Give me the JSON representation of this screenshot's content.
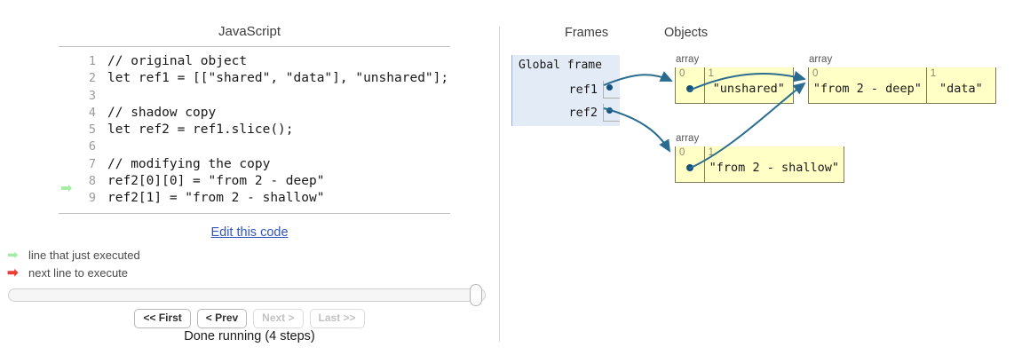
{
  "code_panel": {
    "language_title": "JavaScript",
    "lines": [
      {
        "num": "1",
        "text": "// original object",
        "arrow": ""
      },
      {
        "num": "2",
        "text": "let ref1 = [[\"shared\", \"data\"], \"unshared\"];",
        "arrow": ""
      },
      {
        "num": "3",
        "text": "",
        "arrow": ""
      },
      {
        "num": "4",
        "text": "// shadow copy",
        "arrow": ""
      },
      {
        "num": "5",
        "text": "let ref2 = ref1.slice();",
        "arrow": ""
      },
      {
        "num": "6",
        "text": "",
        "arrow": ""
      },
      {
        "num": "7",
        "text": "// modifying the copy",
        "arrow": ""
      },
      {
        "num": "8",
        "text": "ref2[0][0] = \"from 2 - deep\"",
        "arrow": ""
      },
      {
        "num": "9",
        "text": "ref2[1] = \"from 2 - shallow\"",
        "arrow": "➡"
      }
    ],
    "edit_link": "Edit this code",
    "legend": [
      {
        "glyph": "➡",
        "label": "line that just executed",
        "color": "#a2eda2"
      },
      {
        "glyph": "➡",
        "label": "next line to execute",
        "color": "#e93f33"
      }
    ],
    "controls": {
      "first_label": "<< First",
      "prev_label": "< Prev",
      "next_label": "Next >",
      "last_label": "Last >>",
      "first_disabled": false,
      "prev_disabled": false,
      "next_disabled": true,
      "last_disabled": true,
      "status": "Done running (4 steps)",
      "slider_position_percent": 100
    }
  },
  "viz_panel": {
    "frames_header": "Frames",
    "objects_header": "Objects",
    "global_frame": {
      "title": "Global frame",
      "variables": [
        {
          "name": "ref1",
          "value": "pointer"
        },
        {
          "name": "ref2",
          "value": "pointer"
        }
      ]
    },
    "objects": [
      {
        "id": "array-1",
        "type_label": "array",
        "cells": [
          {
            "index": "0",
            "value": "",
            "is_pointer": true
          },
          {
            "index": "1",
            "value": "\"unshared\"",
            "is_pointer": false
          }
        ]
      },
      {
        "id": "array-2",
        "type_label": "array",
        "cells": [
          {
            "index": "0",
            "value": "\"from 2 - deep\"",
            "is_pointer": false
          },
          {
            "index": "1",
            "value": "\"data\"",
            "is_pointer": false
          }
        ]
      },
      {
        "id": "array-3",
        "type_label": "array",
        "cells": [
          {
            "index": "0",
            "value": "",
            "is_pointer": true
          },
          {
            "index": "1",
            "value": "\"from 2 - shallow\"",
            "is_pointer": false
          }
        ]
      }
    ]
  },
  "colors": {
    "frame_bg": "#e2ebf6",
    "object_bg": "#ffffc6",
    "object_border": "#7c7c5a",
    "pointer": "#14517f",
    "arrow_green": "#a2eda2",
    "arrow_red": "#e93f33",
    "link": "#3355bb"
  }
}
